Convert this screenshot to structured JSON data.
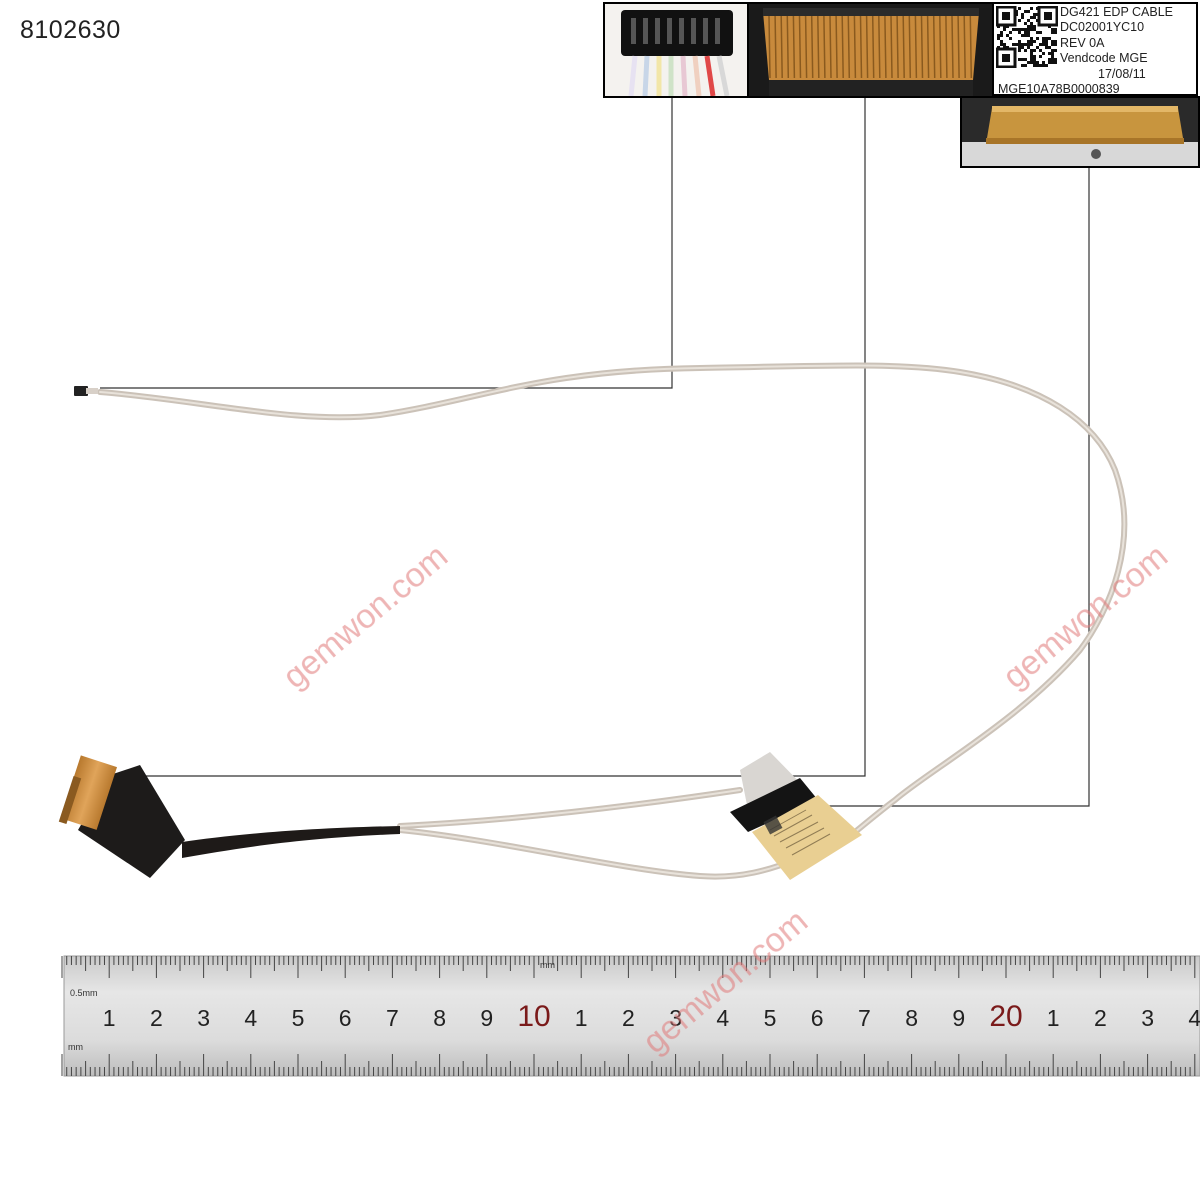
{
  "product": {
    "sku": "8102630"
  },
  "part_label": {
    "line1": "DG421 EDP CABLE",
    "line2": "DC02001YC10",
    "line3": "REV  0A",
    "line4": "Vendcode MGE",
    "line5": "17/08/11",
    "line6": "MGE10A78B0000839"
  },
  "watermark": {
    "text": "gemwon.com",
    "color": "#e07878"
  },
  "ruler": {
    "unit_top": "mm",
    "unit_small": "0.5mm",
    "unit_bottom": "mm",
    "numbers": [
      "1",
      "2",
      "3",
      "4",
      "5",
      "6",
      "7",
      "8",
      "9",
      "10",
      "1",
      "2",
      "3",
      "4",
      "5",
      "6",
      "7",
      "8",
      "9",
      "20",
      "1",
      "2",
      "3",
      "4"
    ]
  },
  "colors": {
    "cable": "#cbc2b8",
    "connector_gold": "#c88a3c",
    "sleeve": "#1e1a18",
    "ruler": "#d8d8d8"
  }
}
